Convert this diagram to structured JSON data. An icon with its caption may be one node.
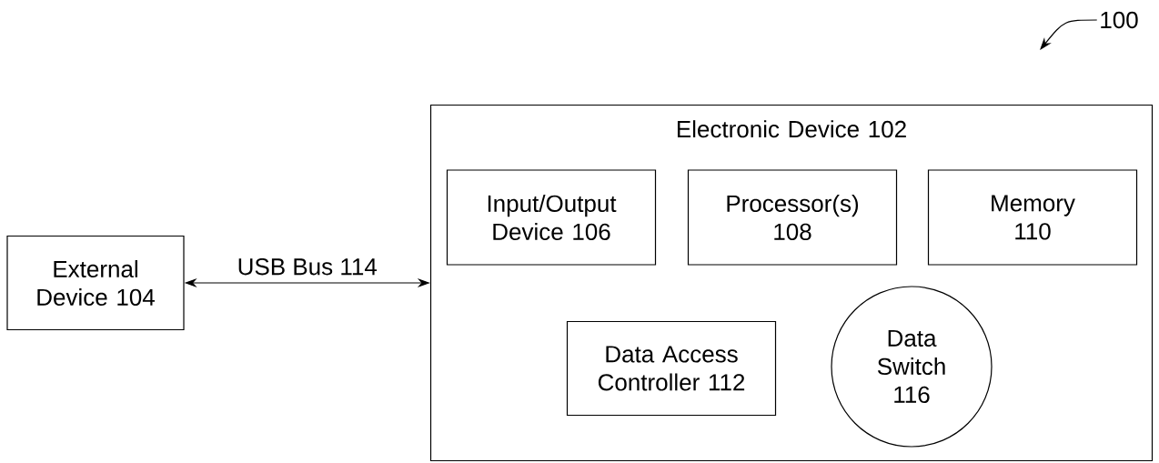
{
  "diagram": {
    "nodes": [
      {
        "text": [
          "100"
        ]
      },
      {
        "text": [
          "External Device 104"
        ]
      },
      {
        "text": [
          "Electronic Device 102"
        ]
      },
      {
        "text": [
          "Input/Output Device 106"
        ],
        "in": 2
      },
      {
        "text": [
          "Processor(s) 108"
        ],
        "in": 2
      },
      {
        "text": [
          "Memory 110"
        ],
        "in": 2
      },
      {
        "text": [
          "Data Access Controller 112"
        ],
        "in": 2
      },
      {
        "text": [
          "Data Switch 116"
        ],
        "in": 2
      }
    ],
    "edges": [
      {
        "from": 1,
        "to": 2,
        "arrow": "both",
        "label": "USB Bus 114"
      },
      {
        "from": 0,
        "to": null,
        "arrow": "to"
      }
    ]
  }
}
